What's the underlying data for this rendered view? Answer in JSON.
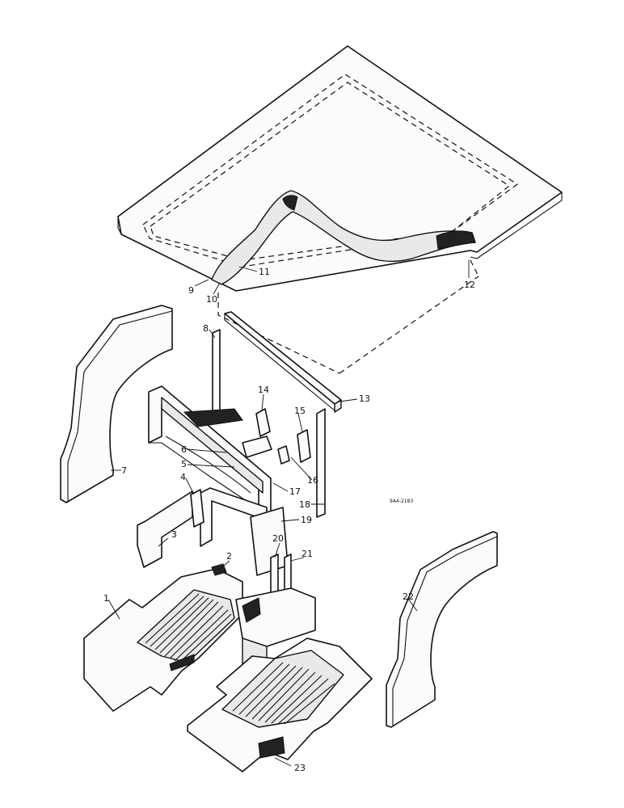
{
  "diagram": {
    "reference_code": "9A4-2183",
    "callouts": [
      "1",
      "2",
      "3",
      "4",
      "5",
      "6",
      "7",
      "8",
      "9",
      "10",
      "11",
      "12",
      "13",
      "14",
      "15",
      "16",
      "17",
      "18",
      "19",
      "20",
      "21",
      "22",
      "23"
    ]
  }
}
